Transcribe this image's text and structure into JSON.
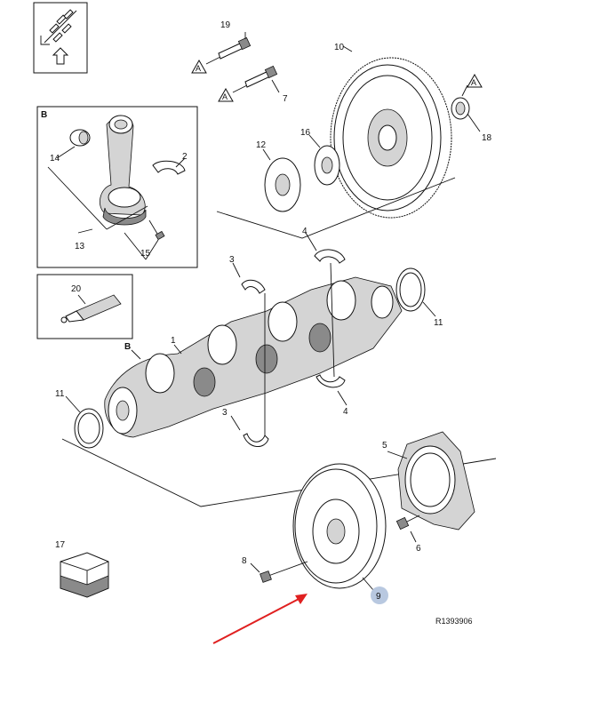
{
  "reference_code": "R1393906",
  "inset_labels": {
    "view_b": "B"
  },
  "tri_marker": "A",
  "callout_labels": {
    "p1": "1",
    "p2": "2",
    "p3_top": "3",
    "p3_bottom": "3",
    "p4_top": "4",
    "p4_bottom": "4",
    "p5": "5",
    "p6": "6",
    "p7": "7",
    "p8": "8",
    "p9": "9",
    "p10": "10",
    "p11_right": "11",
    "p11_left": "11",
    "p12": "12",
    "p13": "13",
    "p14": "14",
    "p15": "15",
    "p16": "16",
    "p17": "17",
    "p18": "18",
    "p19": "19",
    "p20": "20",
    "b_marker": "B"
  },
  "colors": {
    "highlight_badge": "#b8c8e0",
    "arrow": "#e02020",
    "line": "#111111",
    "shade": "#d4d4d4"
  },
  "icons": [
    "orientation-arrow-icon",
    "triangle-a-icon",
    "package-box-icon",
    "sealant-tube-icon",
    "red-pointer-arrow-icon"
  ]
}
